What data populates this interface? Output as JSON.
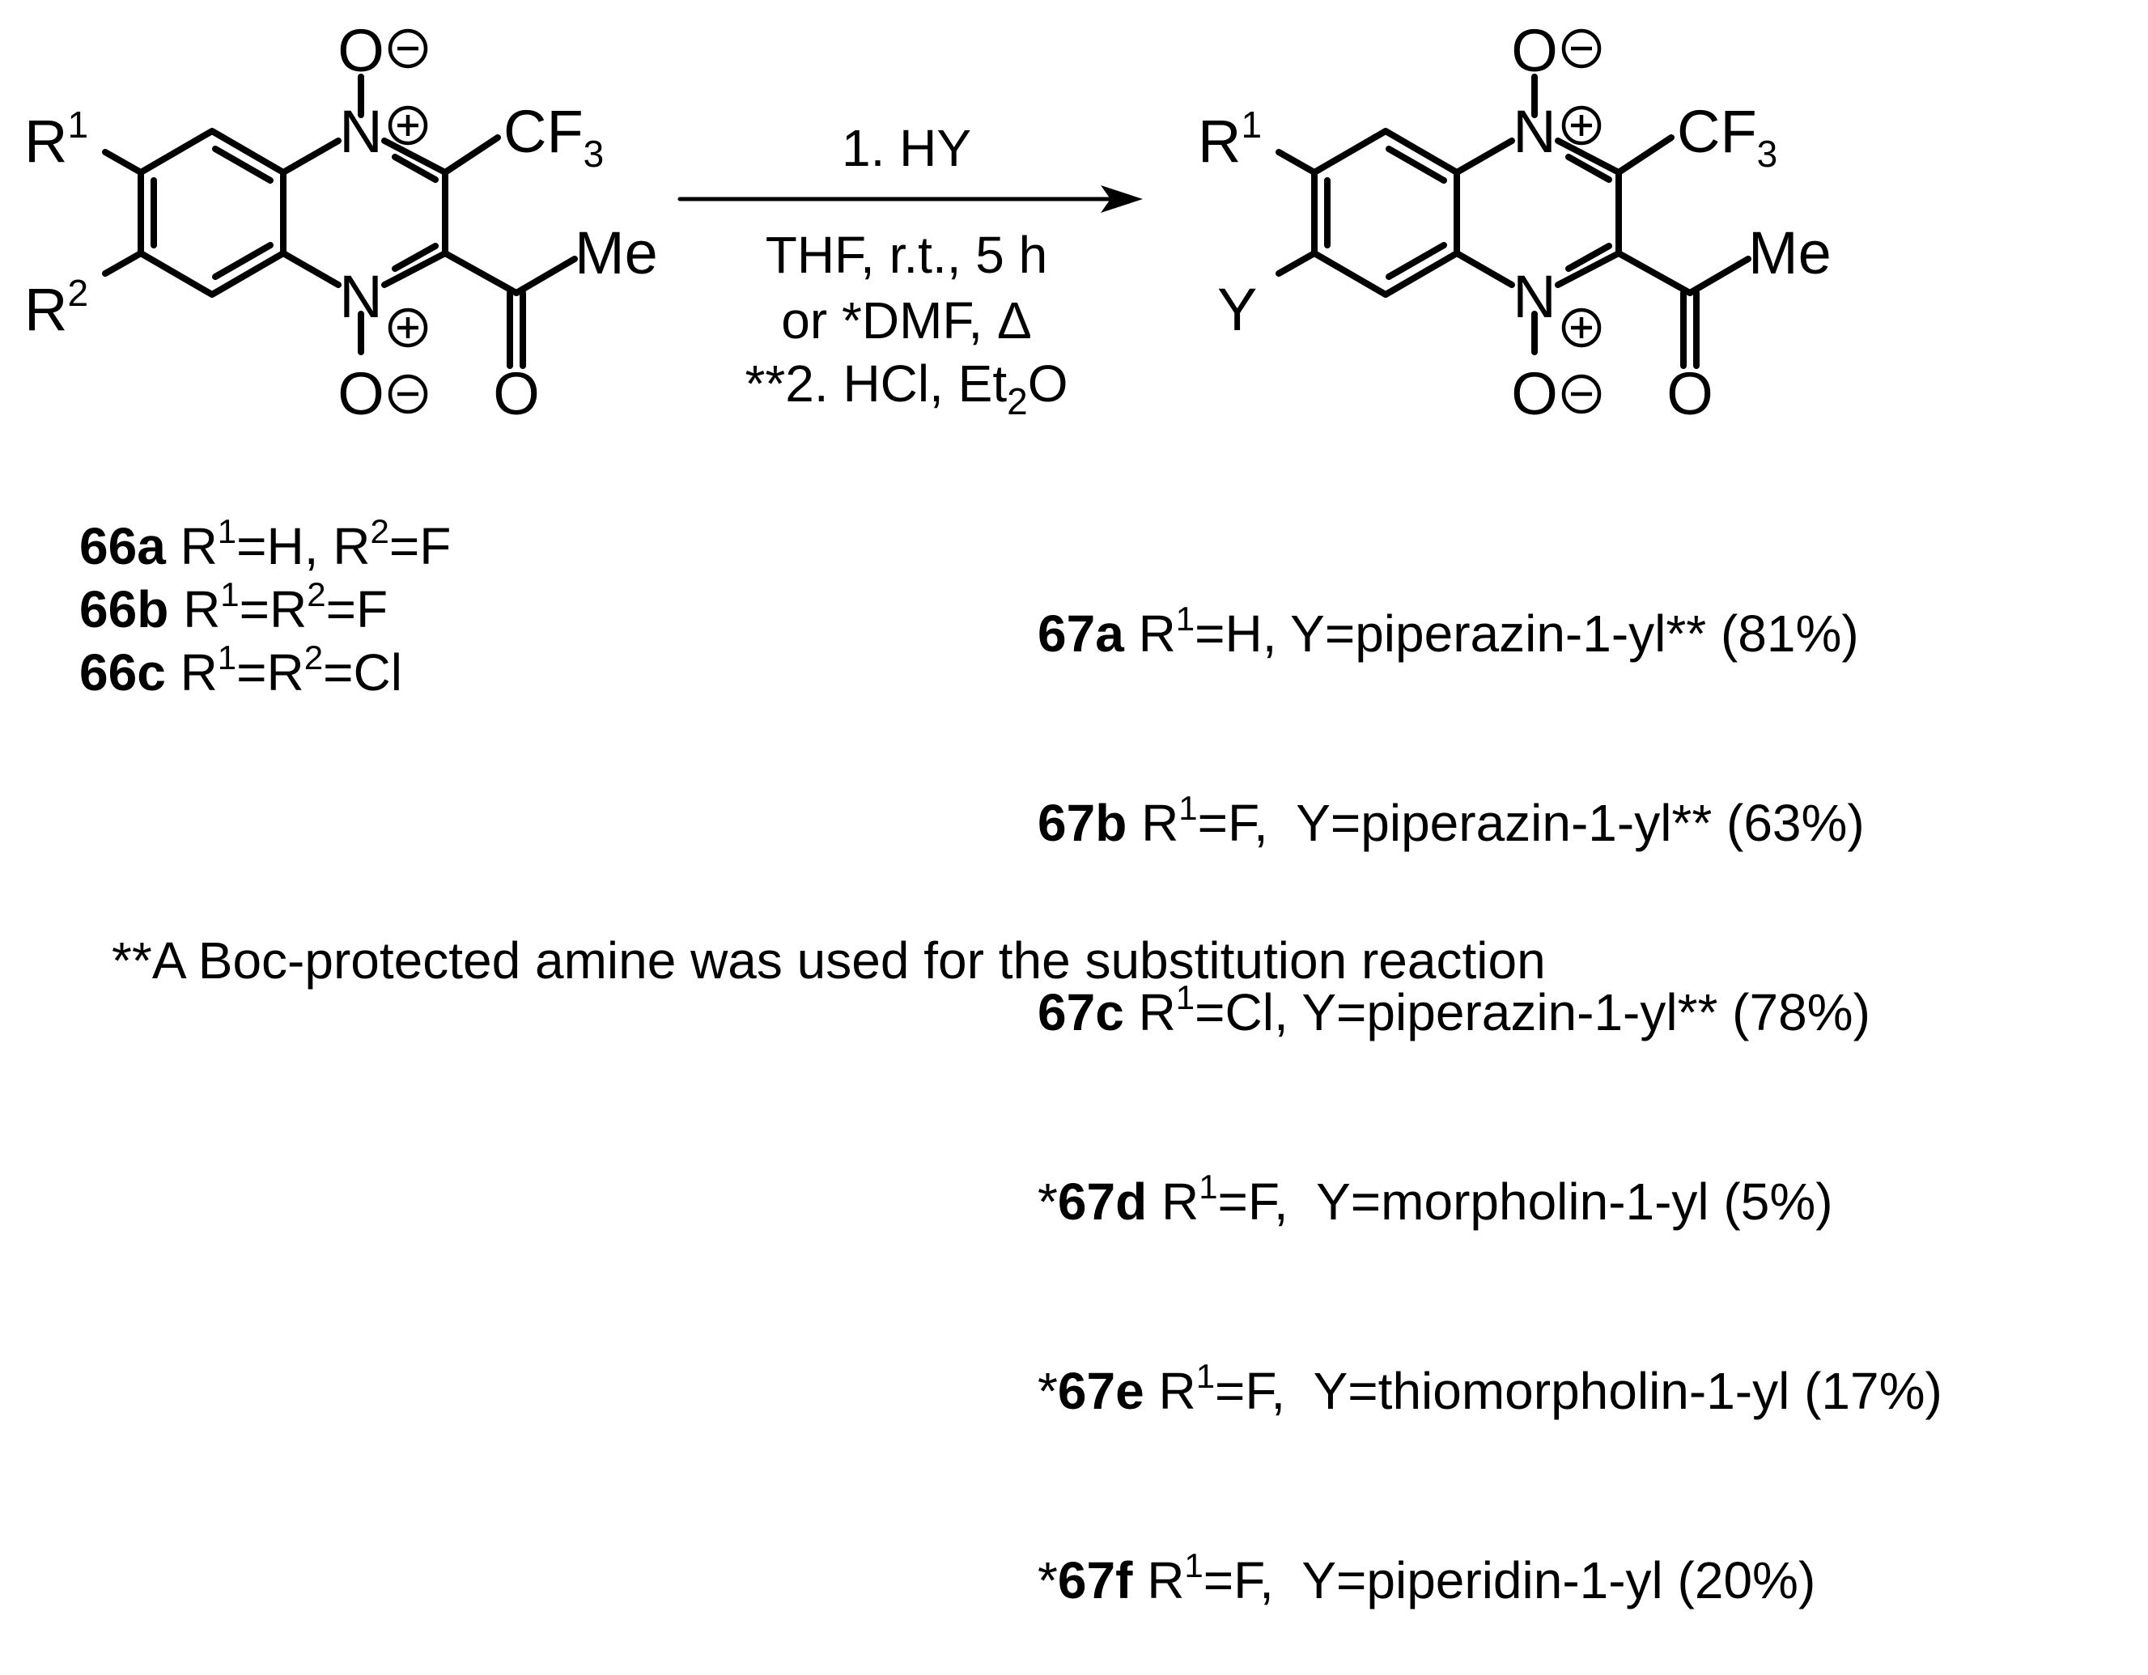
{
  "reactant": {
    "substituent_top": "R",
    "substituent_top_sup": "1",
    "substituent_bottom": "R",
    "substituent_bottom_sup": "2",
    "n_top": "N",
    "n_bottom": "N",
    "o_top": "O",
    "o_bottom": "O",
    "carbonyl_o": "O",
    "cf3": "CF",
    "cf3_sub": "3",
    "methyl": "Me"
  },
  "product": {
    "substituent_top": "R",
    "substituent_top_sup": "1",
    "substituent_bottom": "Y",
    "n_top": "N",
    "n_bottom": "N",
    "o_top": "O",
    "o_bottom": "O",
    "carbonyl_o": "O",
    "cf3": "CF",
    "cf3_sub": "3",
    "methyl": "Me"
  },
  "conditions": {
    "step1": "1. HY",
    "line2": "THF, r.t., 5 h",
    "line3": "or *DMF, Δ",
    "line4_a": "**2. HCl, Et",
    "line4_sub": "2",
    "line4_b": "O"
  },
  "reactant_list": [
    {
      "label": "66a",
      "text": [
        [
          "R",
          "1",
          "=H, "
        ],
        [
          "R",
          "2",
          "=F"
        ]
      ]
    },
    {
      "label": "66b",
      "text": [
        [
          "R",
          "1",
          "="
        ],
        [
          "R",
          "2",
          "=F"
        ]
      ]
    },
    {
      "label": "66c",
      "text": [
        [
          "R",
          "1",
          "="
        ],
        [
          "R",
          "2",
          "=Cl"
        ]
      ]
    }
  ],
  "product_list": [
    {
      "prefix": "",
      "label": "67a",
      "r1": "=H, ",
      "y": "Y=piperazin-1-yl** (81%)"
    },
    {
      "prefix": "",
      "label": "67b",
      "r1": "=F,  ",
      "y": "Y=piperazin-1-yl** (63%)"
    },
    {
      "prefix": "",
      "label": "67c",
      "r1": "=Cl, ",
      "y": "Y=piperazin-1-yl** (78%)"
    },
    {
      "prefix": "*",
      "label": "67d",
      "r1": "=F,  ",
      "y": "Y=morpholin-1-yl (5%)"
    },
    {
      "prefix": "*",
      "label": "67e",
      "r1": "=F,  ",
      "y": "Y=thiomorpholin-1-yl (17%)"
    },
    {
      "prefix": "*",
      "label": "67f",
      "r1": "=F,  ",
      "y": "Y=piperidin-1-yl (20%)"
    }
  ],
  "footnote": "**A Boc-protected amine was used for the substitution reaction"
}
